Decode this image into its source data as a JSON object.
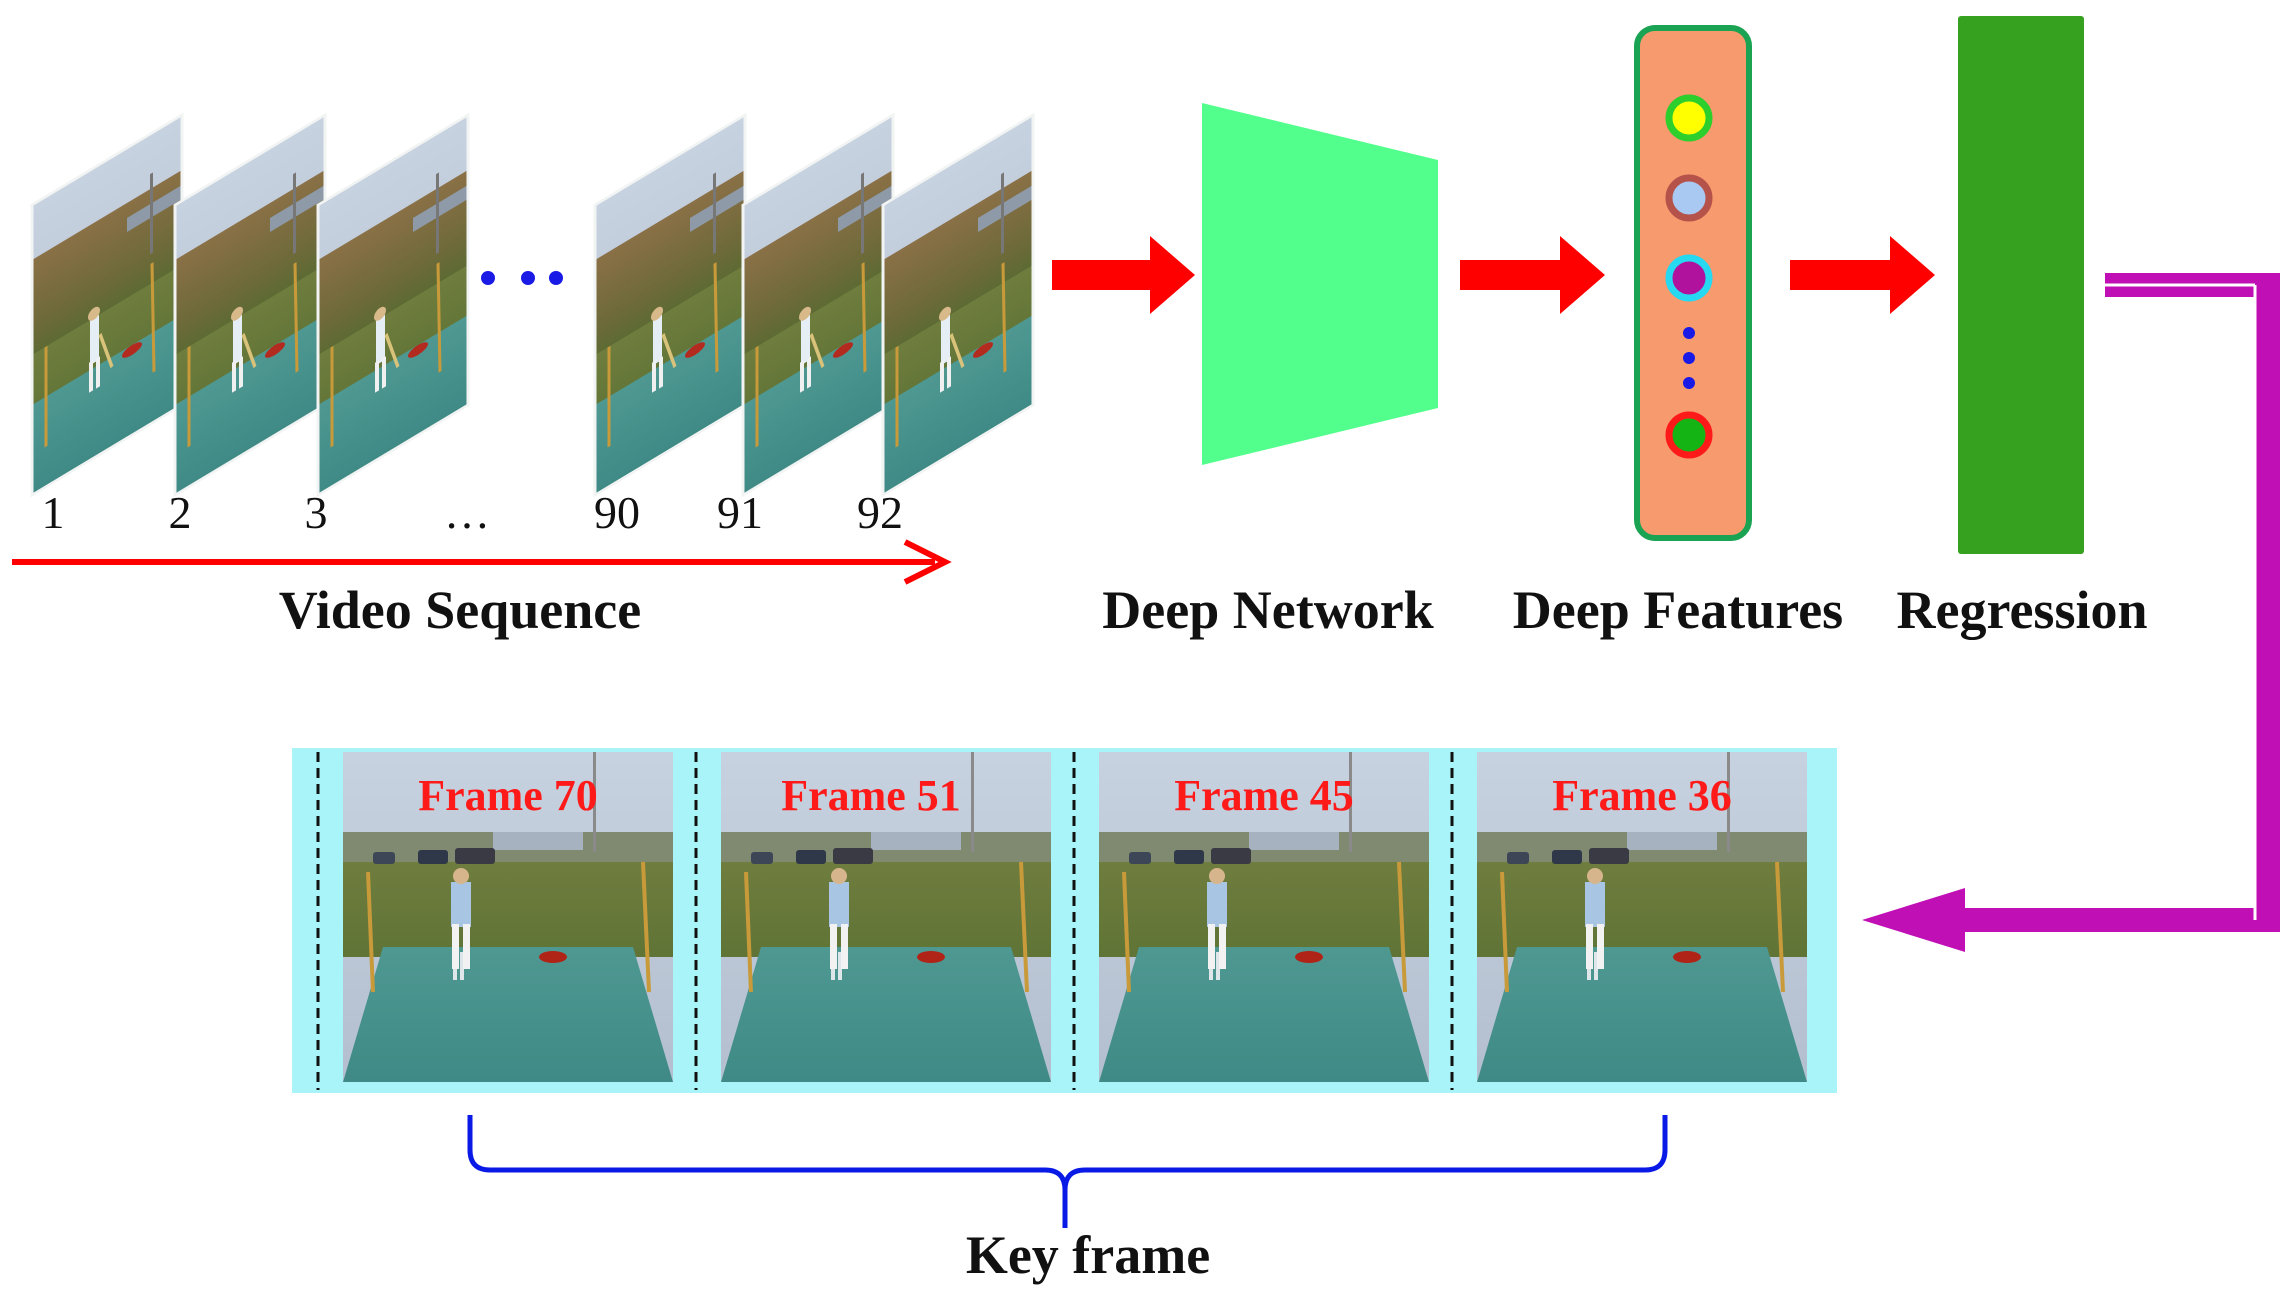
{
  "video_sequence": {
    "label": "Video Sequence",
    "frame_numbers": [
      "1",
      "2",
      "3",
      "…",
      "90",
      "91",
      "92"
    ]
  },
  "pipeline": {
    "deep_network_label": "Deep Network",
    "deep_features_label": "Deep Features",
    "regression_label": "Regression"
  },
  "key_frames": {
    "label": "Key frame",
    "frames": [
      "Frame 70",
      "Frame 51",
      "Frame 45",
      "Frame 36"
    ]
  },
  "colors": {
    "arrow_red": "#ff0000",
    "network_green": "#52ff8c",
    "features_orange": "#f79a6e",
    "features_border": "#1aa352",
    "regression_green": "#36a11e",
    "feedback_magenta": "#c00fb4",
    "filmstrip_cyan": "#a9f4f8",
    "brace_blue": "#0a1ae6"
  }
}
